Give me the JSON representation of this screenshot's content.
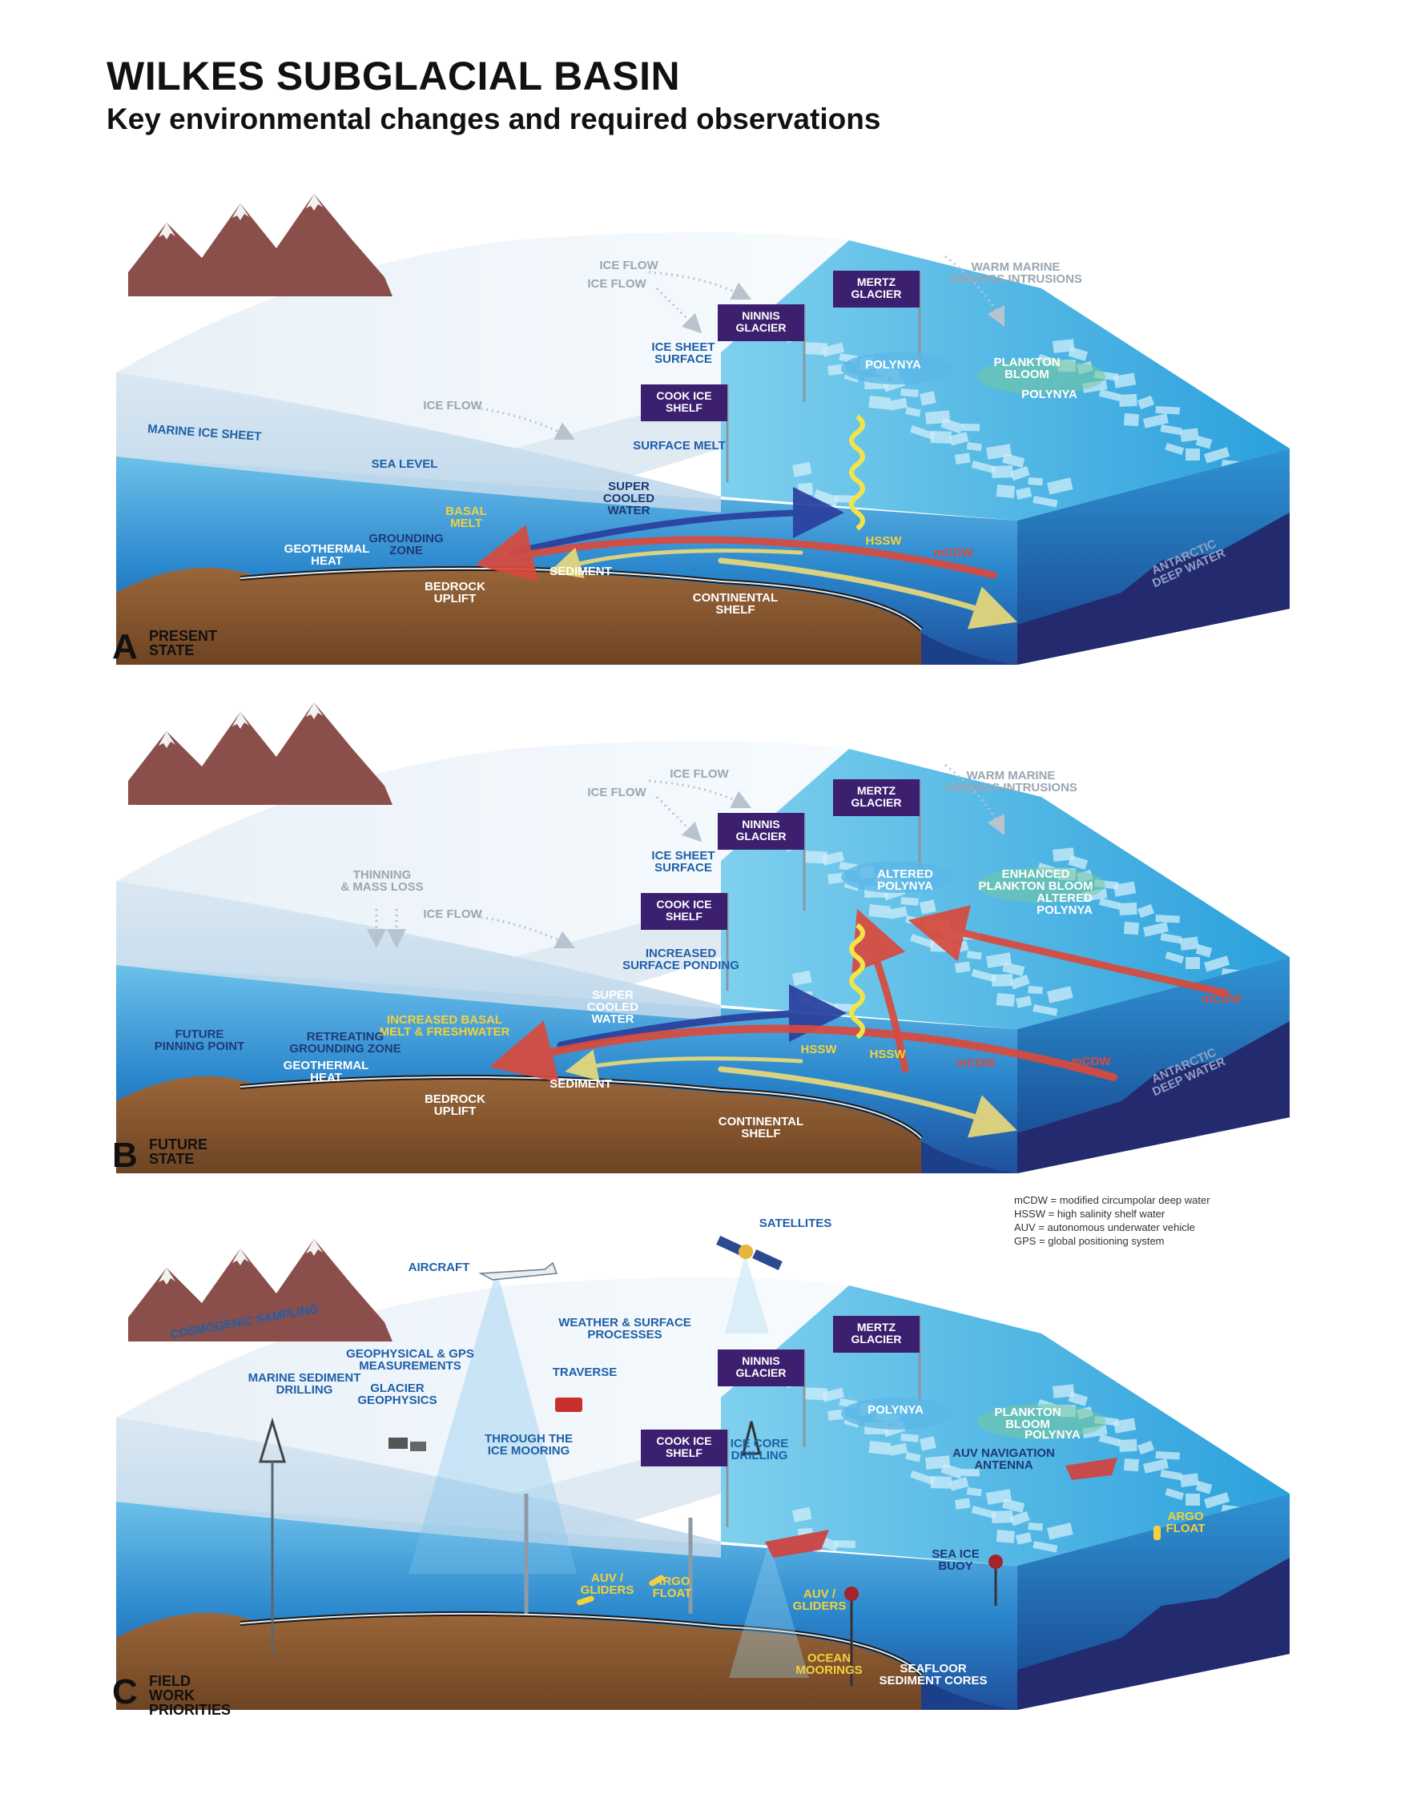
{
  "title": "WILKES SUBGLACIAL BASIN",
  "subtitle": "Key environmental changes and required observations",
  "glossary": [
    "mCDW = modified circumpolar deep water",
    "HSSW = high salinity shelf water",
    "AUV = autonomous underwater vehicle",
    "GPS = global positioning system"
  ],
  "colors": {
    "ice_white": "#f3f7fb",
    "ocean_light": "#3aa6de",
    "ocean_deep": "#1b4f9c",
    "abyss": "#232a6e",
    "bedrock": "#8a5a2f",
    "flag_purple": "#3c1f6e",
    "warm_arrow": "#d94a3d",
    "cold_arrow": "#2a3f9e",
    "hssw_arrow": "#e8d97a",
    "label_blue": "#1f5fa8",
    "label_yellow": "#f4d13a",
    "label_grey": "#9aa6b2"
  },
  "panels": [
    {
      "letter": "A",
      "caption": [
        "PRESENT",
        "STATE"
      ],
      "flags": {
        "mertz": [
          "MERTZ",
          "GLACIER"
        ],
        "ninnis": [
          "NINNIS",
          "GLACIER"
        ],
        "cook": [
          "COOK ICE",
          "SHELF"
        ]
      },
      "labels": [
        {
          "lines": [
            "ICE FLOW"
          ],
          "style": "grey"
        },
        {
          "lines": [
            "ICE FLOW"
          ],
          "style": "grey"
        },
        {
          "lines": [
            "WARM MARINE",
            "AIRMASS INTRUSIONS"
          ],
          "style": "grey"
        },
        {
          "lines": [
            "ICE SHEET",
            "SURFACE"
          ],
          "style": "blue"
        },
        {
          "lines": [
            "POLYNYA"
          ],
          "style": "white"
        },
        {
          "lines": [
            "PLANKTON",
            "BLOOM"
          ],
          "style": "white"
        },
        {
          "lines": [
            "POLYNYA"
          ],
          "style": "white"
        },
        {
          "lines": [
            "ICE FLOW"
          ],
          "style": "grey"
        },
        {
          "lines": [
            "MARINE ICE SHEET"
          ],
          "style": "blue"
        },
        {
          "lines": [
            "SURFACE MELT"
          ],
          "style": "blue"
        },
        {
          "lines": [
            "SEA LEVEL"
          ],
          "style": "blue"
        },
        {
          "lines": [
            "SUPER",
            "COOLED",
            "WATER"
          ],
          "style": "navy"
        },
        {
          "lines": [
            "BASAL",
            "MELT"
          ],
          "style": "yellow"
        },
        {
          "lines": [
            "GROUNDING",
            "ZONE"
          ],
          "style": "navy"
        },
        {
          "lines": [
            "GEOTHERMAL",
            "HEAT"
          ],
          "style": "white"
        },
        {
          "lines": [
            "HSSW"
          ],
          "style": "yellow"
        },
        {
          "lines": [
            "mCDW"
          ],
          "style": "red"
        },
        {
          "lines": [
            "SEDIMENT"
          ],
          "style": "white"
        },
        {
          "lines": [
            "BEDROCK",
            "UPLIFT"
          ],
          "style": "white"
        },
        {
          "lines": [
            "CONTINENTAL",
            "SHELF"
          ],
          "style": "white"
        },
        {
          "lines": [
            "ANTARCTIC",
            "DEEP WATER"
          ],
          "style": "muted"
        }
      ]
    },
    {
      "letter": "B",
      "caption": [
        "FUTURE",
        "STATE"
      ],
      "flags": {
        "mertz": [
          "MERTZ",
          "GLACIER"
        ],
        "ninnis": [
          "NINNIS",
          "GLACIER"
        ],
        "cook": [
          "COOK ICE",
          "SHELF"
        ]
      },
      "labels": [
        {
          "lines": [
            "ICE FLOW"
          ],
          "style": "grey"
        },
        {
          "lines": [
            "ICE FLOW"
          ],
          "style": "grey"
        },
        {
          "lines": [
            "WARM MARINE",
            "AIRMASS INTRUSIONS"
          ],
          "style": "grey"
        },
        {
          "lines": [
            "ICE SHEET",
            "SURFACE"
          ],
          "style": "blue"
        },
        {
          "lines": [
            "ALTERED",
            "POLYNYA"
          ],
          "style": "white"
        },
        {
          "lines": [
            "ENHANCED",
            "PLANKTON BLOOM"
          ],
          "style": "white"
        },
        {
          "lines": [
            "ALTERED",
            "POLYNYA"
          ],
          "style": "white"
        },
        {
          "lines": [
            "THINNING",
            "& MASS LOSS"
          ],
          "style": "grey"
        },
        {
          "lines": [
            "ICE FLOW"
          ],
          "style": "grey"
        },
        {
          "lines": [
            "INCREASED",
            "SURFACE PONDING"
          ],
          "style": "blue"
        },
        {
          "lines": [
            "SUPER",
            "COOLED",
            "WATER"
          ],
          "style": "white"
        },
        {
          "lines": [
            "INCREASED BASAL",
            "MELT & FRESHWATER"
          ],
          "style": "yellow"
        },
        {
          "lines": [
            "FUTURE",
            "PINNING POINT"
          ],
          "style": "navy"
        },
        {
          "lines": [
            "RETREATING",
            "GROUNDING ZONE"
          ],
          "style": "navy"
        },
        {
          "lines": [
            "GEOTHERMAL",
            "HEAT"
          ],
          "style": "white"
        },
        {
          "lines": [
            "HSSW"
          ],
          "style": "yellow"
        },
        {
          "lines": [
            "HSSW"
          ],
          "style": "yellow"
        },
        {
          "lines": [
            "mCDW"
          ],
          "style": "red"
        },
        {
          "lines": [
            "mCDW"
          ],
          "style": "red"
        },
        {
          "lines": [
            "mCDW"
          ],
          "style": "red"
        },
        {
          "lines": [
            "SEDIMENT"
          ],
          "style": "white"
        },
        {
          "lines": [
            "BEDROCK",
            "UPLIFT"
          ],
          "style": "white"
        },
        {
          "lines": [
            "CONTINENTAL",
            "SHELF"
          ],
          "style": "white"
        },
        {
          "lines": [
            "ANTARCTIC",
            "DEEP WATER"
          ],
          "style": "muted"
        }
      ]
    },
    {
      "letter": "C",
      "caption": [
        "FIELD",
        "WORK",
        "PRIORITIES"
      ],
      "flags": {
        "mertz": [
          "MERTZ",
          "GLACIER"
        ],
        "ninnis": [
          "NINNIS",
          "GLACIER"
        ],
        "cook": [
          "COOK ICE",
          "SHELF"
        ]
      },
      "labels": [
        {
          "lines": [
            "SATELLITES"
          ],
          "style": "blue"
        },
        {
          "lines": [
            "AIRCRAFT"
          ],
          "style": "blue"
        },
        {
          "lines": [
            "COSMOGENIC SAMPLING"
          ],
          "style": "blue"
        },
        {
          "lines": [
            "WEATHER & SURFACE",
            "PROCESSES"
          ],
          "style": "blue"
        },
        {
          "lines": [
            "GEOPHYSICAL & GPS",
            "MEASUREMENTS"
          ],
          "style": "blue"
        },
        {
          "lines": [
            "TRAVERSE"
          ],
          "style": "blue"
        },
        {
          "lines": [
            "MARINE SEDIMENT",
            "DRILLING"
          ],
          "style": "blue"
        },
        {
          "lines": [
            "GLACIER",
            "GEOPHYSICS"
          ],
          "style": "blue"
        },
        {
          "lines": [
            "THROUGH THE",
            "ICE MOORING"
          ],
          "style": "blue"
        },
        {
          "lines": [
            "ICE CORE",
            "DRILLING"
          ],
          "style": "blue"
        },
        {
          "lines": [
            "POLYNYA"
          ],
          "style": "white"
        },
        {
          "lines": [
            "PLANKTON",
            "BLOOM"
          ],
          "style": "white"
        },
        {
          "lines": [
            "POLYNYA"
          ],
          "style": "white"
        },
        {
          "lines": [
            "AUV NAVIGATION",
            "ANTENNA"
          ],
          "style": "navy"
        },
        {
          "lines": [
            "ARGO",
            "FLOAT"
          ],
          "style": "yellow"
        },
        {
          "lines": [
            "SEA ICE",
            "BUOY"
          ],
          "style": "navy"
        },
        {
          "lines": [
            "AUV /",
            "GLIDERS"
          ],
          "style": "yellow"
        },
        {
          "lines": [
            "ARGO",
            "FLOAT"
          ],
          "style": "yellow"
        },
        {
          "lines": [
            "AUV /",
            "GLIDERS"
          ],
          "style": "yellow"
        },
        {
          "lines": [
            "OCEAN",
            "MOORINGS"
          ],
          "style": "yellow"
        },
        {
          "lines": [
            "SEAFLOOR",
            "SEDIMENT CORES"
          ],
          "style": "white"
        }
      ]
    }
  ]
}
